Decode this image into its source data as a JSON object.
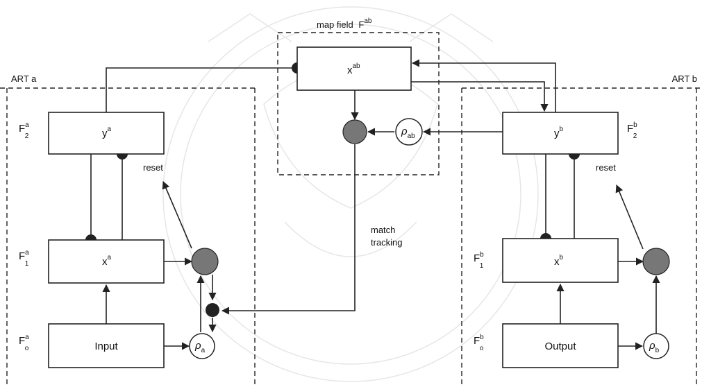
{
  "labels": {
    "art_a": "ART a",
    "art_b": "ART b",
    "map_field": "map field",
    "map_field_sym": "F",
    "map_field_sup": "ab",
    "reset_a": "reset",
    "reset_b": "reset",
    "match_1": "match",
    "match_2": "tracking"
  },
  "boxes": {
    "xab": {
      "base": "x",
      "sup": "ab"
    },
    "ya": {
      "base": "y",
      "sup": "a"
    },
    "xa": {
      "base": "x",
      "sup": "a"
    },
    "input": "Input",
    "yb": {
      "base": "y",
      "sup": "b"
    },
    "xb": {
      "base": "x",
      "sup": "b"
    },
    "output": "Output"
  },
  "layers": {
    "f2a": {
      "base": "F",
      "sup": "a",
      "sub": "2"
    },
    "f1a": {
      "base": "F",
      "sup": "a",
      "sub": "1"
    },
    "f0a": {
      "base": "F",
      "sup": "a",
      "sub": "o"
    },
    "f2b": {
      "base": "F",
      "sup": "b",
      "sub": "2"
    },
    "f1b": {
      "base": "F",
      "sup": "b",
      "sub": "1"
    },
    "f0b": {
      "base": "F",
      "sup": "b",
      "sub": "o"
    }
  },
  "vigilance": {
    "rho_ab": {
      "base": "ρ",
      "sub": "ab"
    },
    "rho_a": {
      "base": "ρ",
      "sub": "a"
    },
    "rho_b": {
      "base": "ρ",
      "sub": "b"
    }
  }
}
